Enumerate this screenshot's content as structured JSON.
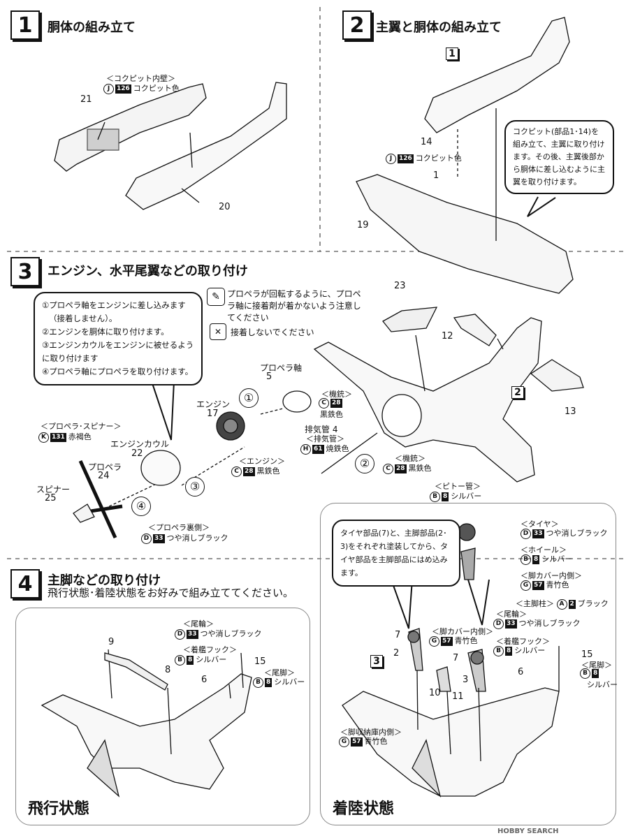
{
  "steps": {
    "s1": {
      "num": "1",
      "title": "胴体の組み立て"
    },
    "s2": {
      "num": "2",
      "title": "主翼と胴体の組み立て"
    },
    "s3": {
      "num": "3",
      "title": "エンジン、水平尾翼などの取り付け"
    },
    "s4": {
      "num": "4",
      "title": "主脚などの取り付け",
      "subtitle": "飛行状態･着陸状態をお好みで組み立ててください。"
    }
  },
  "step1": {
    "cockpit_wall": "＜コクピット内壁＞",
    "cockpit_color_letter": "J",
    "cockpit_color_code": "126",
    "cockpit_color_name": "コクピット色",
    "part21": "21",
    "part20": "20"
  },
  "step2": {
    "ref_box": "1",
    "part14": "14",
    "part1": "1",
    "part19": "19",
    "color_letter": "J",
    "color_code": "126",
    "color_name": "コクピット色",
    "note": "コクピット(部品1･14)を組み立て、主翼に取り付けます。その後、主翼後部から胴体に差し込むように主翼を取り付けます。"
  },
  "step3": {
    "bubble_lines": [
      "①プロペラ軸をエンジンに差し込みます",
      "（接着しません）。",
      "②エンジンを胴体に取り付けます。",
      "③エンジンカウルをエンジンに被せるように取り付けます",
      "④プロペラ軸にプロペラを取り付けます。"
    ],
    "glue_note": "プロペラが回転するように、プロペラ軸に接着剤が着かないよう注意してください",
    "no_glue": "接着しないでください",
    "prop_shaft": "プロペラ軸",
    "part5": "5",
    "engine": "エンジン",
    "part17": "17",
    "cowl": "エンジンカウル",
    "part22": "22",
    "spinner_label": "＜プロペラ･スピナー＞",
    "spinner_letter": "K",
    "spinner_code": "131",
    "spinner_color": "赤褐色",
    "propeller": "プロペラ",
    "part24": "24",
    "spinner": "スピナー",
    "part25": "25",
    "prop_back": "＜プロペラ裏側＞",
    "prop_back_letter": "D",
    "prop_back_code": "33",
    "prop_back_color": "つや消しブラック",
    "engine_label": "＜エンジン＞",
    "engine_letter": "C",
    "engine_code": "28",
    "engine_color": "黒鉄色",
    "gun_label": "＜機銃＞",
    "gun_letter": "C",
    "gun_code": "28",
    "gun_color": "黒鉄色",
    "exhaust": "排気管",
    "part4": "4",
    "exhaust_label": "＜排気管＞",
    "exhaust_letter": "H",
    "exhaust_code": "61",
    "exhaust_color": "焼鉄色",
    "gun2_label": "＜機銃＞",
    "gun2_letter": "C",
    "gun2_code": "28",
    "gun2_color": "黒鉄色",
    "pitot_label": "＜ピトー管＞",
    "pitot_letter": "B",
    "pitot_code": "8",
    "pitot_color": "シルバー",
    "part23": "23",
    "part12": "12",
    "part13": "13",
    "ref2": "2",
    "c1": "①",
    "c2": "②",
    "c3": "③",
    "c4": "④"
  },
  "step4": {
    "flying": {
      "caption": "飛行状態",
      "tail_wheel": "＜尾輪＞",
      "tw_letter": "D",
      "tw_code": "33",
      "tw_color": "つや消しブラック",
      "hook": "＜着艦フック＞",
      "hook_letter": "B",
      "hook_code": "8",
      "hook_color": "シルバー",
      "tail_leg": "＜尾脚＞",
      "tl_letter": "B",
      "tl_code": "8",
      "tl_color": "シルバー",
      "p9": "9",
      "p8": "8",
      "p6": "6",
      "p15": "15"
    },
    "landing": {
      "caption": "着陸状態",
      "bubble": "タイヤ部品(7)と、主脚部品(2･3)をそれぞれ塗装してから、タイヤ部品を主脚部品にはめ込みます。",
      "tire": "＜タイヤ＞",
      "tire_letter": "D",
      "tire_code": "33",
      "tire_color": "つや消しブラック",
      "wheel": "＜ホイール＞",
      "wheel_letter": "B",
      "wheel_code": "8",
      "wheel_color": "シルバー",
      "cover_in": "＜脚カバー内側＞",
      "ci_letter": "G",
      "ci_code": "57",
      "ci_color": "青竹色",
      "strut": "＜主脚柱＞",
      "strut_letter": "A",
      "strut_code": "2",
      "strut_color": "ブラック",
      "tail_wheel": "＜尾輪＞",
      "tw_letter": "D",
      "tw_code": "33",
      "tw_color": "つや消しブラック",
      "hook": "＜着艦フック＞",
      "hook_letter": "B",
      "hook_code": "8",
      "hook_color": "シルバー",
      "tail_leg": "＜尾脚＞",
      "tl_letter": "B",
      "tl_code": "8",
      "tl_color": "シルバー",
      "cover_in2": "＜脚カバー内側＞",
      "ci2_letter": "G",
      "ci2_code": "57",
      "ci2_color": "青竹色",
      "bay": "＜脚収納庫内側＞",
      "bay_letter": "G",
      "bay_code": "57",
      "bay_color": "青竹色",
      "ref3": "3",
      "p7a": "7",
      "p2": "2",
      "p7b": "7",
      "p3": "3",
      "p10": "10",
      "p11": "11",
      "p6": "6",
      "p15": "15"
    }
  },
  "watermark": "HOBBY SEARCH"
}
